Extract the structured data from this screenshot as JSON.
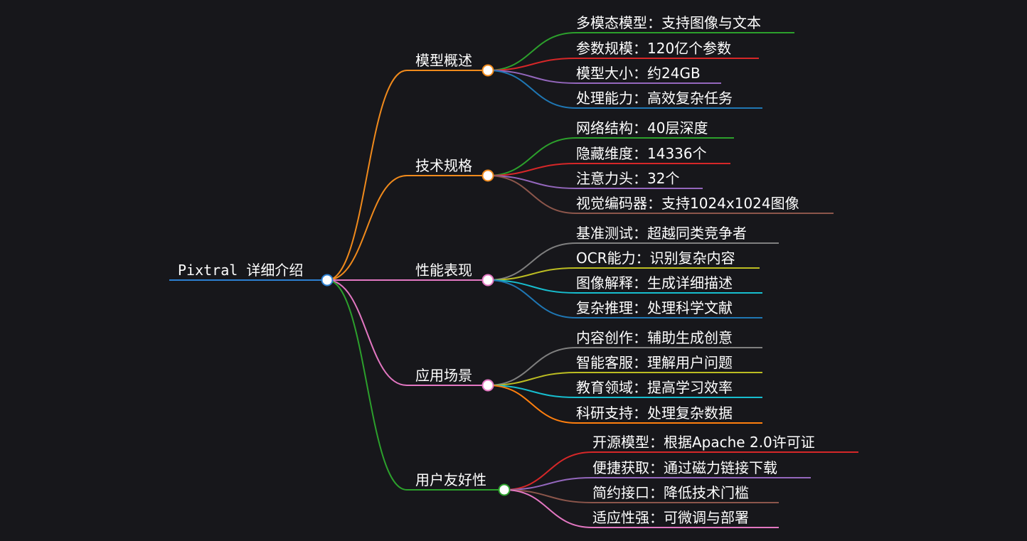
{
  "root": {
    "label": "Pixtral 详细介绍",
    "color": "#2c7fd1"
  },
  "branches": [
    {
      "label": "模型概述",
      "color": "#f08a1c",
      "leaves": [
        {
          "text": "多模态模型：支持图像与文本",
          "color": "#2ca02c"
        },
        {
          "text": "参数规模：120亿个参数",
          "color": "#d62728"
        },
        {
          "text": "模型大小：约24GB",
          "color": "#9467bd"
        },
        {
          "text": "处理能力：高效复杂任务",
          "color": "#1f77b4"
        }
      ]
    },
    {
      "label": "技术规格",
      "color": "#f08a1c",
      "leaves": [
        {
          "text": "网络结构：40层深度",
          "color": "#2ca02c"
        },
        {
          "text": "隐藏维度：14336个",
          "color": "#d62728"
        },
        {
          "text": "注意力头：32个",
          "color": "#9467bd"
        },
        {
          "text": "视觉编码器：支持1024x1024图像",
          "color": "#8c564b"
        }
      ]
    },
    {
      "label": "性能表现",
      "color": "#e377c2",
      "leaves": [
        {
          "text": "基准测试：超越同类竞争者",
          "color": "#7f7f7f"
        },
        {
          "text": "OCR能力：识别复杂内容",
          "color": "#bcbd22"
        },
        {
          "text": "图像解释：生成详细描述",
          "color": "#17becf"
        },
        {
          "text": "复杂推理：处理科学文献",
          "color": "#1f77b4"
        }
      ]
    },
    {
      "label": "应用场景",
      "color": "#e377c2",
      "leaves": [
        {
          "text": "内容创作：辅助生成创意",
          "color": "#7f7f7f"
        },
        {
          "text": "智能客服：理解用户问题",
          "color": "#bcbd22"
        },
        {
          "text": "教育领域：提高学习效率",
          "color": "#17becf"
        },
        {
          "text": "科研支持：处理复杂数据",
          "color": "#ff7f0e"
        }
      ]
    },
    {
      "label": "用户友好性",
      "color": "#2ca02c",
      "leaves": [
        {
          "text": "开源模型：根据Apache 2.0许可证",
          "color": "#d62728"
        },
        {
          "text": "便捷获取：通过磁力链接下载",
          "color": "#9467bd"
        },
        {
          "text": "简约接口：降低技术门槛",
          "color": "#8c564b"
        },
        {
          "text": "适应性强：可微调与部署",
          "color": "#e377c2"
        }
      ]
    }
  ]
}
